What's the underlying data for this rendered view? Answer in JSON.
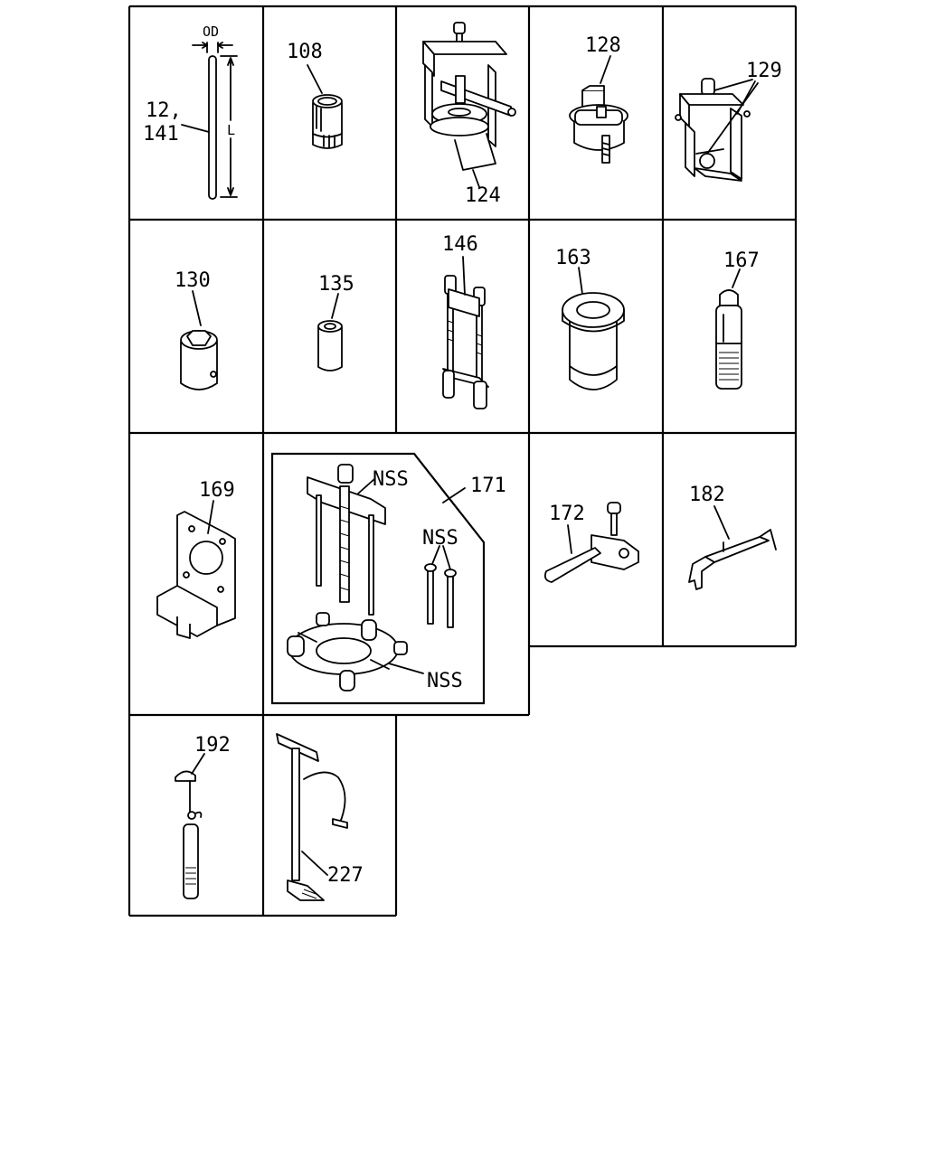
{
  "labels": {
    "od": "OD",
    "l": "L",
    "p12": "12,",
    "p141": "141",
    "p108": "108",
    "p124": "124",
    "p128": "128",
    "p129": "129",
    "p130": "130",
    "p135": "135",
    "p146": "146",
    "p163": "163",
    "p167": "167",
    "p169": "169",
    "p171": "171",
    "nss_a": "NSS",
    "nss_b": "NSS",
    "nss_c": "NSS",
    "p172": "172",
    "p182": "182",
    "p192": "192",
    "p227": "227"
  }
}
